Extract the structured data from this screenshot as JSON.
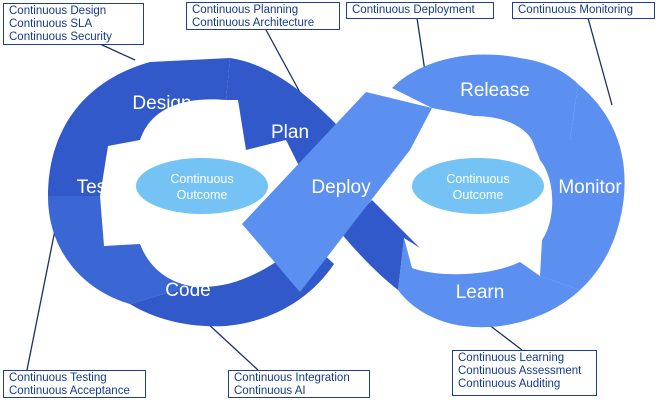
{
  "segments": {
    "design": "Design",
    "plan": "Plan",
    "test": "Test",
    "code": "Code",
    "deploy": "Deploy",
    "release": "Release",
    "monitor": "Monitor",
    "learn": "Learn"
  },
  "hubs": {
    "left": [
      "Continuous",
      "Outcome"
    ],
    "right": [
      "Continuous",
      "Outcome"
    ]
  },
  "callouts": {
    "design": [
      "Continuous Design",
      "Continuous SLA",
      "Continuous Security"
    ],
    "planning": [
      "Continuous Planning",
      "Continuous Architecture"
    ],
    "deployment": [
      "Continuous Deployment"
    ],
    "monitoring": [
      "Continuous Monitoring"
    ],
    "testing": [
      "Continuous Testing",
      "Continuous Acceptance"
    ],
    "integration": [
      "Continuous Integration",
      "Continuous AI"
    ],
    "learning": [
      "Continuous Learning",
      "Continuous Assessment",
      "Continuous Auditing"
    ]
  },
  "colors": {
    "dark_blue": "#3159c9",
    "mid_blue": "#3a67d3",
    "light_blue": "#5b8ff0",
    "hub_fill": "#74c3f4",
    "callout_border": "#1f3f8c",
    "callout_text": "#163a8a",
    "leader_line": "#1a2e6b"
  }
}
